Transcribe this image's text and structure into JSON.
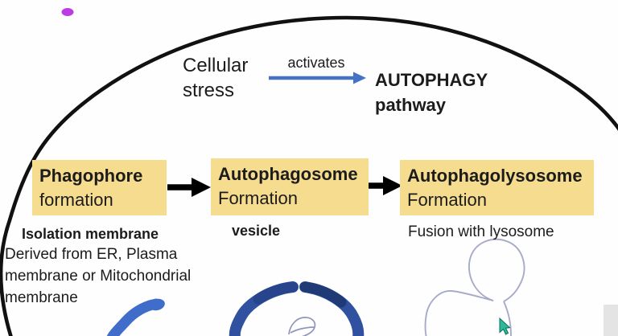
{
  "header": {
    "cellular_stress": "Cellular\nstress",
    "activates_label": "activates",
    "autophagy_title": "AUTOPHAGY\npathway"
  },
  "stages": [
    {
      "title": "Phagophore",
      "subtitle": "formation"
    },
    {
      "title": "Autophagosome",
      "subtitle": "Formation"
    },
    {
      "title": "Autophagolysosome",
      "subtitle": "Formation"
    }
  ],
  "annotations": {
    "isolation_title": "Isolation membrane",
    "isolation_detail": "Derived from ER, Plasma\nmembrane or Mitochondrial\nmembrane",
    "vesicle_label": "vesicle",
    "fusion_label": "Fusion with lysosome"
  },
  "colors": {
    "box_fill": "#f5dc8e",
    "accent_blue": "#4472c4",
    "phagophore_blue": "#3f6dc9",
    "vesicle_ring_blue": "#2f51a0",
    "vesicle_ring_dark": "#203a76",
    "lysosome_outline": "#a7aac8",
    "inner_sketch": "#8f96bb",
    "cursor_teal": "#2cb999",
    "laser_dot_magenta": "#bb3ce2",
    "text": "#1c1c1c",
    "cell_outline": "#111111",
    "flow_arrow": "#000000",
    "scrollbar_gray": "#e4e4e4"
  }
}
